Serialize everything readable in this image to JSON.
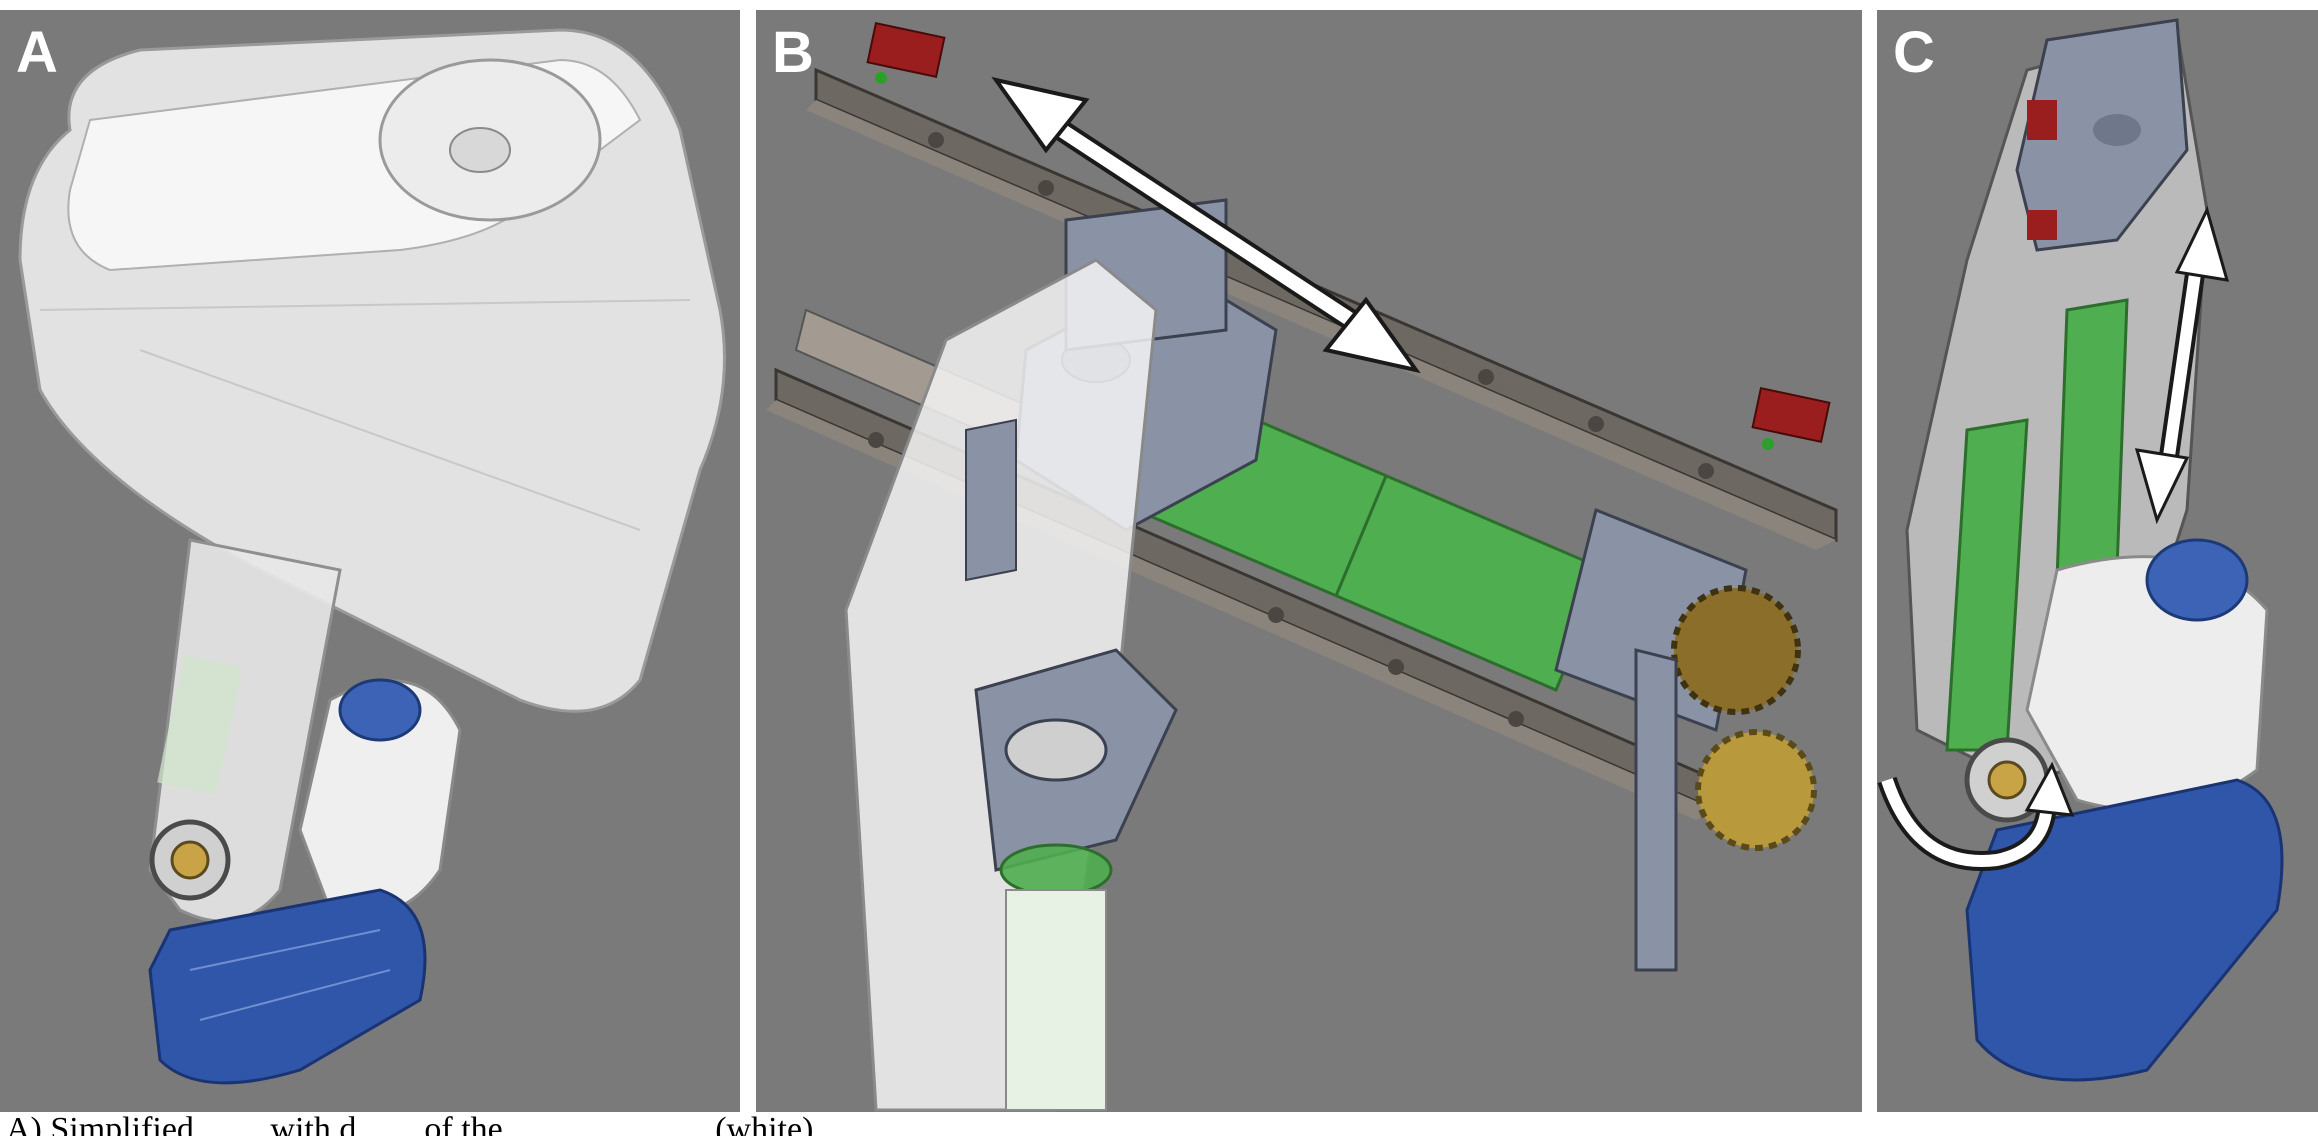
{
  "figure": {
    "panels": [
      {
        "id": "A",
        "label": "A"
      },
      {
        "id": "B",
        "label": "B"
      },
      {
        "id": "C",
        "label": "C"
      }
    ],
    "caption": "A) Simplified ... ... with d... ... of the ... ... ... ... ... ... (white) ... ... ... ... ... ... ... ... ... ..."
  },
  "colors": {
    "background_panel": "#7a7a7a",
    "shell_white": "#f2f2f2",
    "handle_blue": "#2f56a8",
    "rail_gray": "#6e6862",
    "block_blue_gray": "#8a92a6",
    "cell_green": "#4fae4f",
    "gear_gold": "#b89a3c",
    "sensor_red": "#9a1e1e",
    "arrow_white": "#ffffff"
  }
}
